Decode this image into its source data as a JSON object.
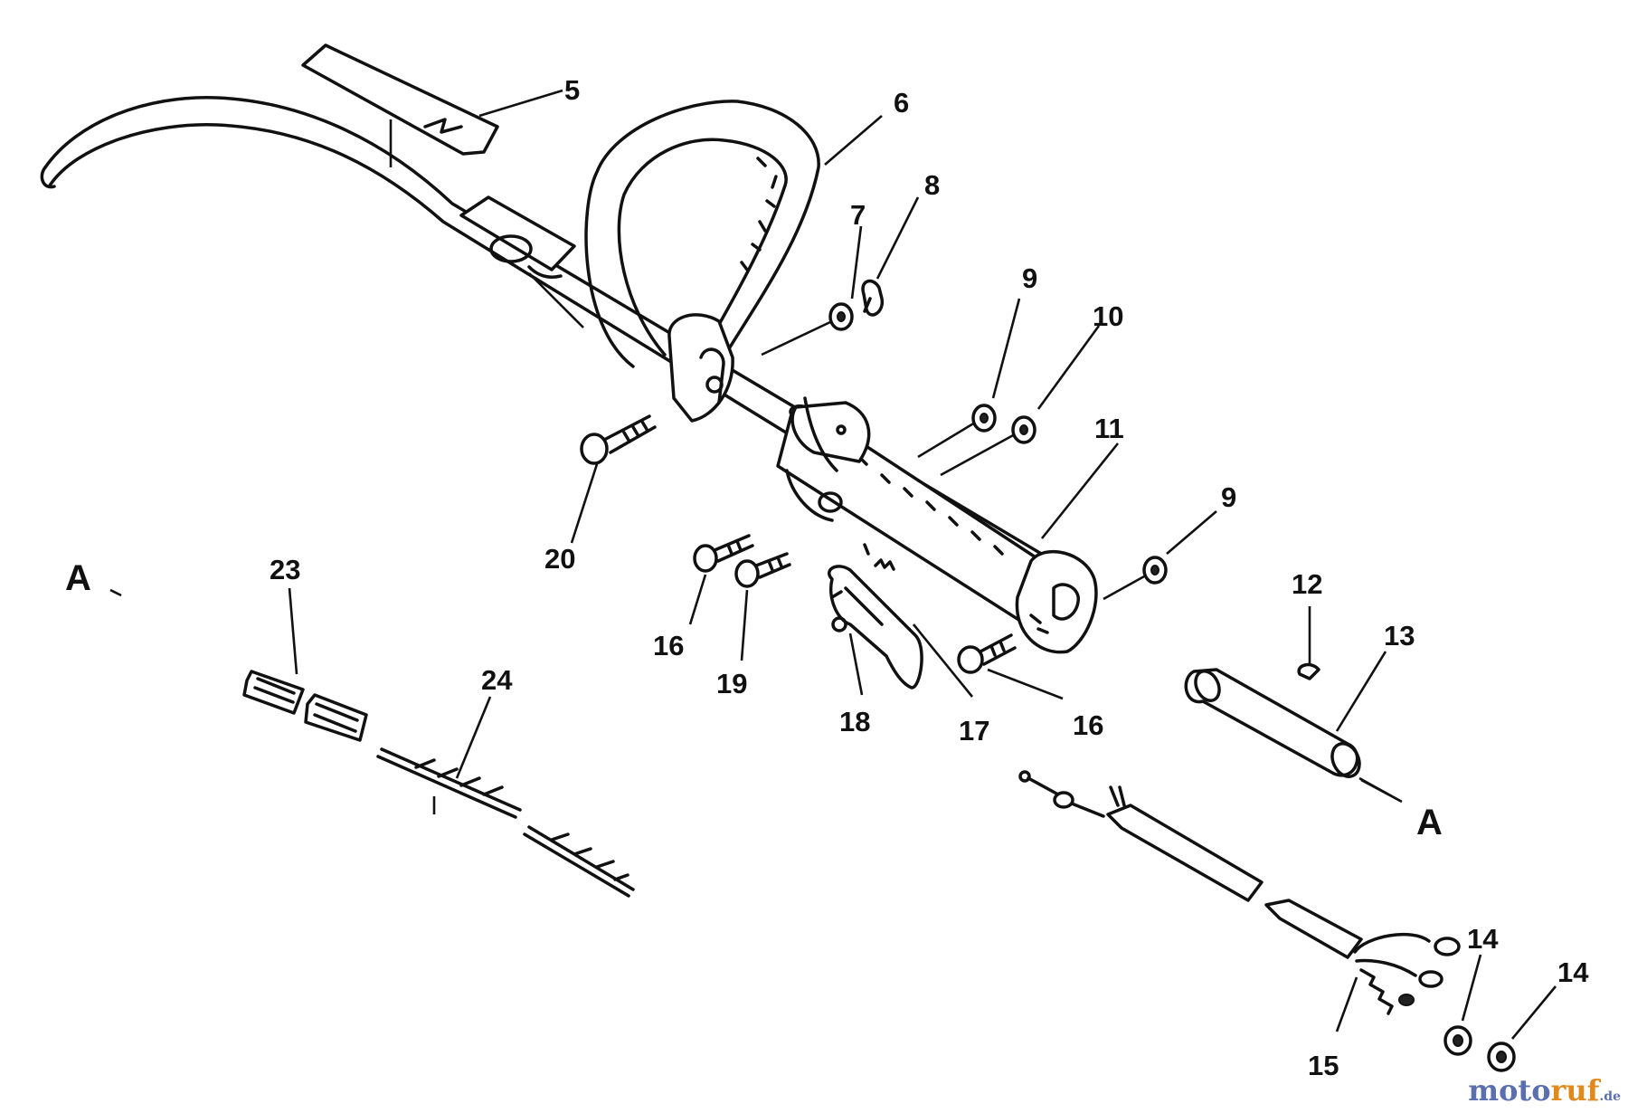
{
  "callouts": {
    "c5": "5",
    "c6": "6",
    "c7": "7",
    "c8": "8",
    "c9a": "9",
    "c10": "10",
    "c11": "11",
    "c9b": "9",
    "c12": "12",
    "c13": "13",
    "c14a": "14",
    "c14b": "14",
    "c15": "15",
    "c16a": "16",
    "c16b": "16",
    "c17": "17",
    "c18": "18",
    "c19": "19",
    "c20": "20",
    "c23": "23",
    "c24": "24"
  },
  "refs": {
    "left": "A",
    "right": "A"
  },
  "watermark": {
    "part1": "moto",
    "part2": "ruf",
    "part3": ".de"
  }
}
